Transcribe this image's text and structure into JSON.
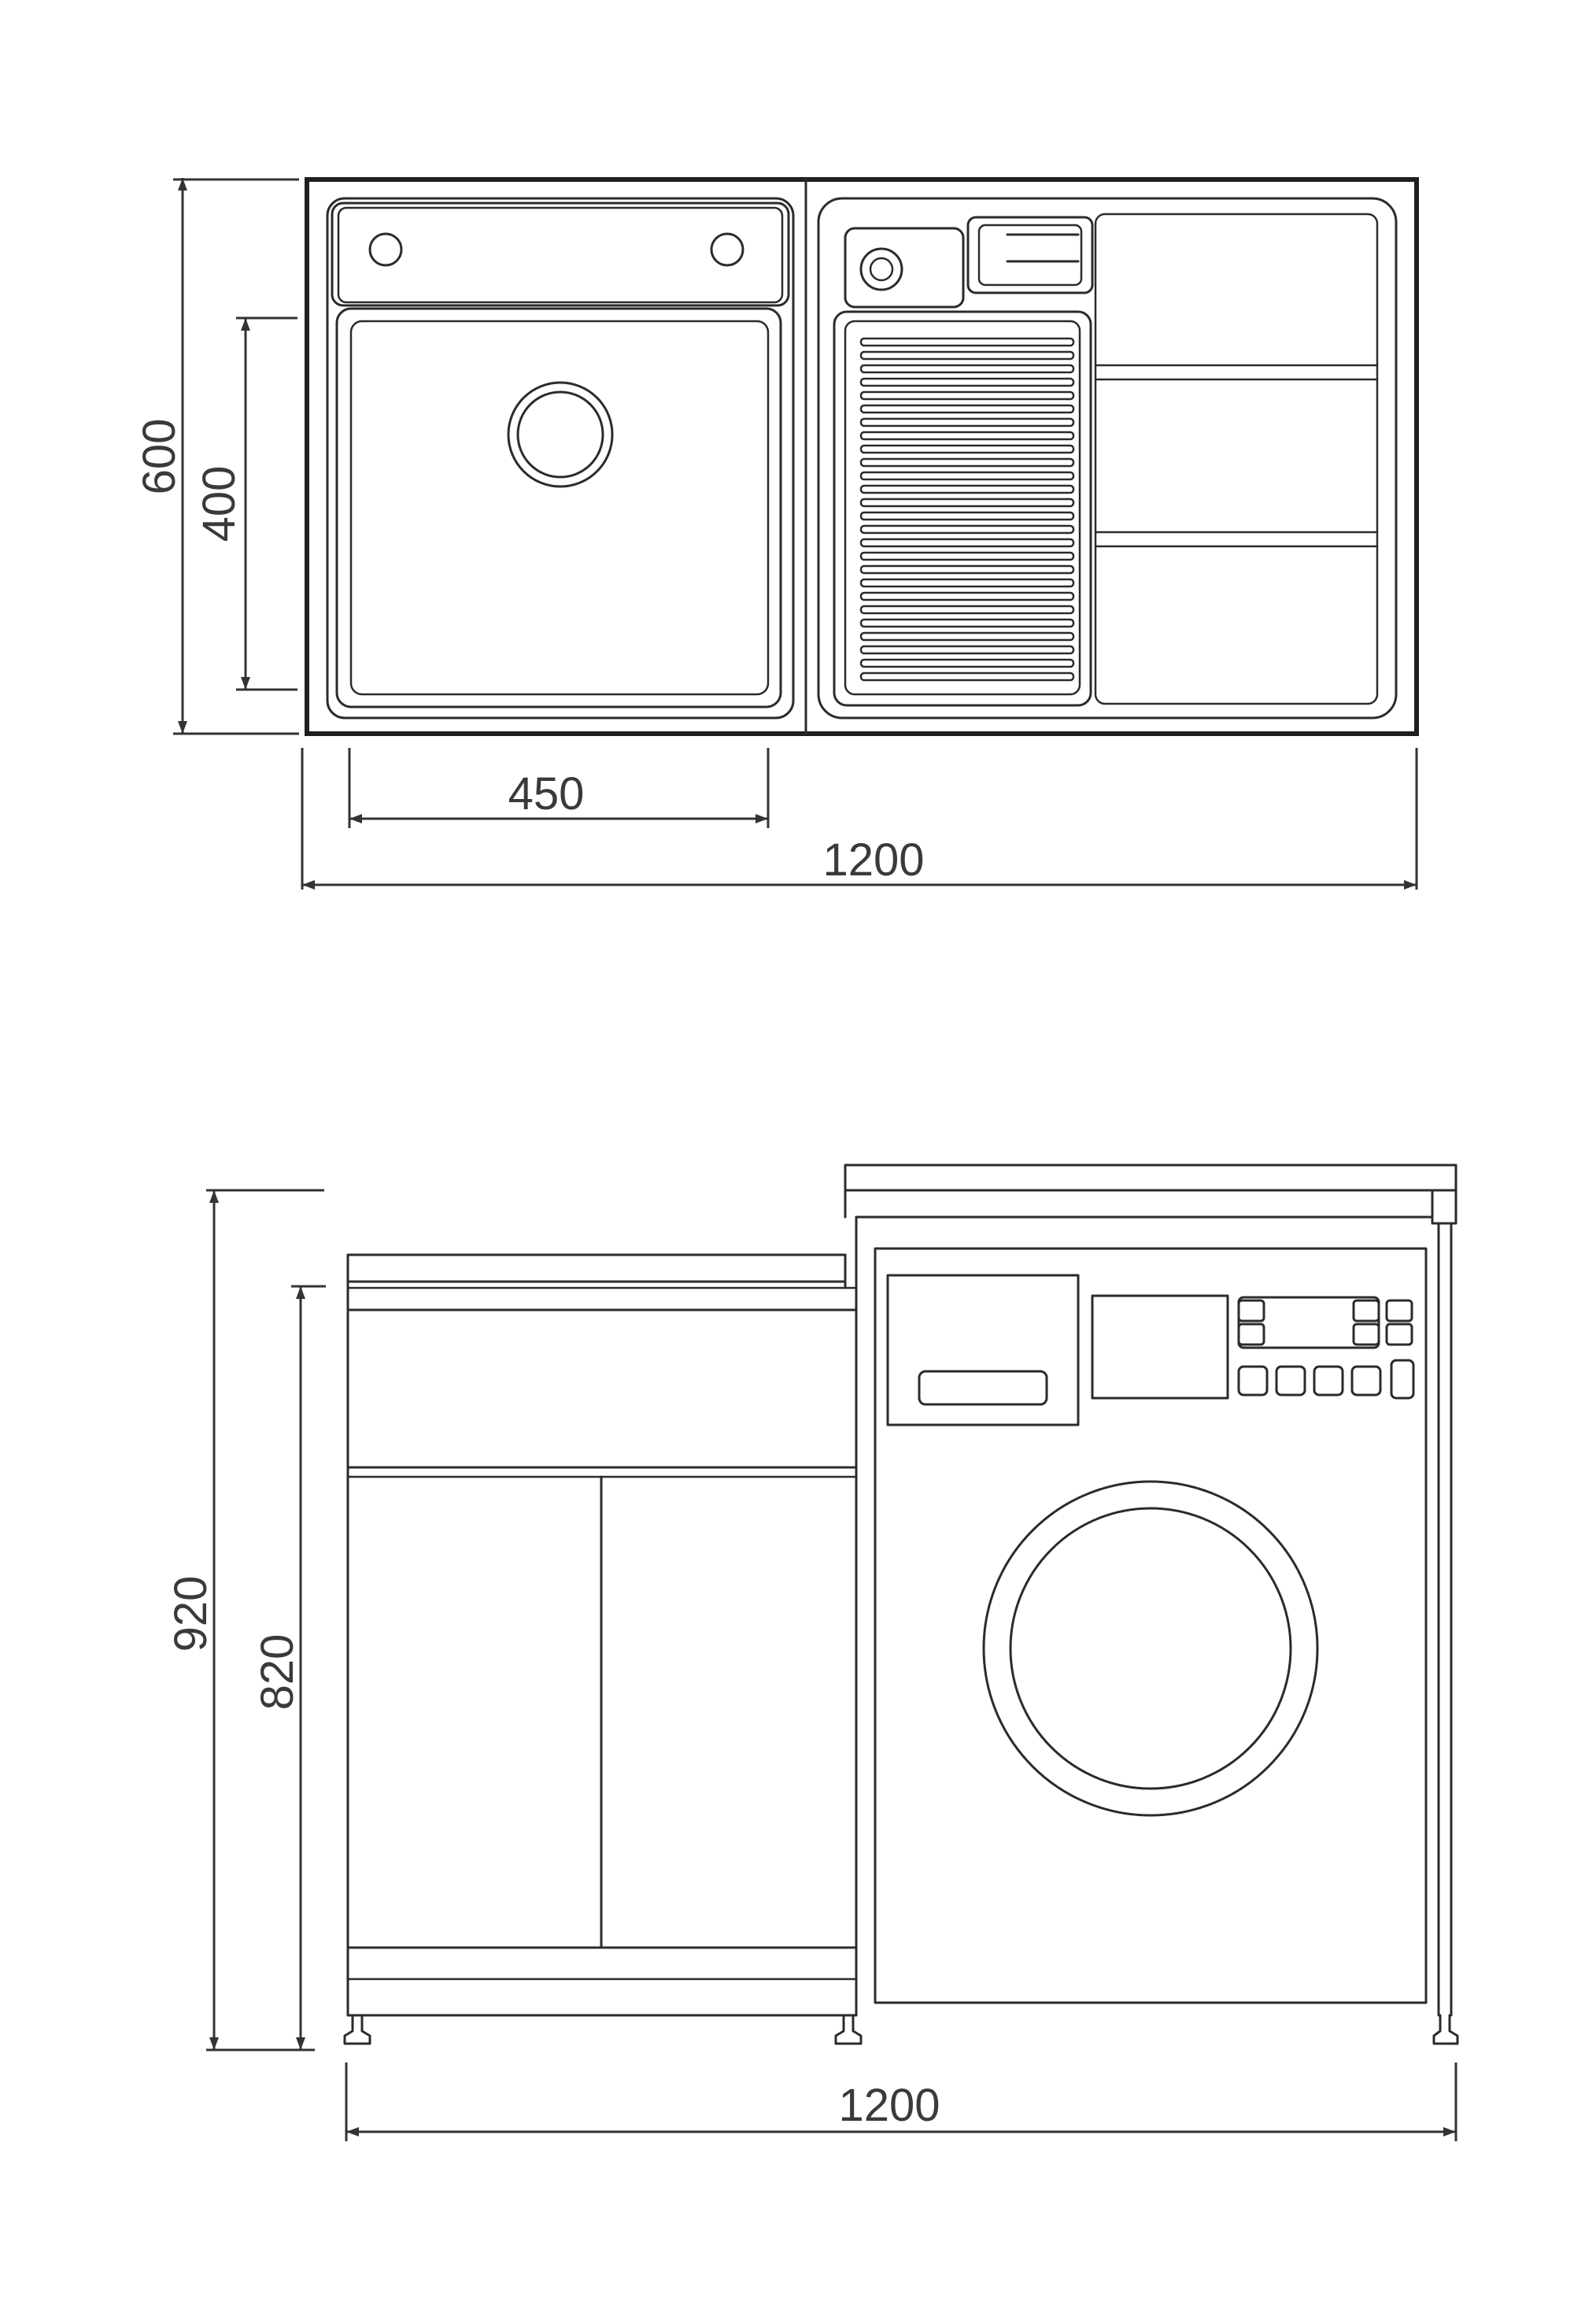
{
  "top_view": {
    "depth_label": "600",
    "basin_depth_label": "400",
    "basin_width_label": "450",
    "total_width_label": "1200"
  },
  "front_view": {
    "total_height_label": "920",
    "cabinet_height_label": "820",
    "total_width_label": "1200"
  }
}
